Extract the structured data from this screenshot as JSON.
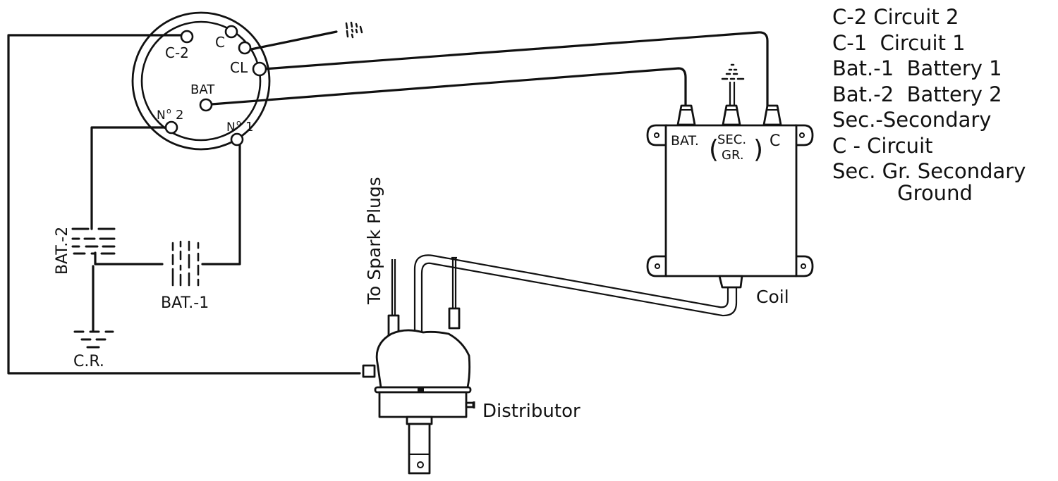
{
  "diagram": {
    "title": "Ignition wiring diagram",
    "switch": {
      "terminals": [
        "C-2",
        "C",
        "CL",
        "BAT",
        "No.2",
        "No.1"
      ],
      "labels": {
        "c2": "C-2",
        "c": "C",
        "cl": "CL",
        "bat": "BAT",
        "no2_n": "N",
        "no2_o": "o",
        "no2_d": "2",
        "no1_n": "N",
        "no1_o": "o",
        "no1_d": "1"
      }
    },
    "batteries": {
      "bat2": "BAT.-2",
      "bat1": "BAT.-1",
      "ground": "C.R."
    },
    "coil": {
      "label": "Coil",
      "terminal_bat": "BAT.",
      "terminal_sec": "SEC.",
      "terminal_gr": "GR.",
      "terminal_c": "C"
    },
    "distributor": {
      "label": "Distributor",
      "spark_plugs": "To Spark Plugs"
    }
  },
  "legend": {
    "items": [
      "C-2 Circuit 2",
      "C-1  Circuit 1",
      "Bat.-1  Battery 1",
      "Bat.-2  Battery 2",
      "Sec.-Secondary",
      "C - Circuit",
      "Sec. Gr. Secondary",
      "          Ground"
    ]
  }
}
